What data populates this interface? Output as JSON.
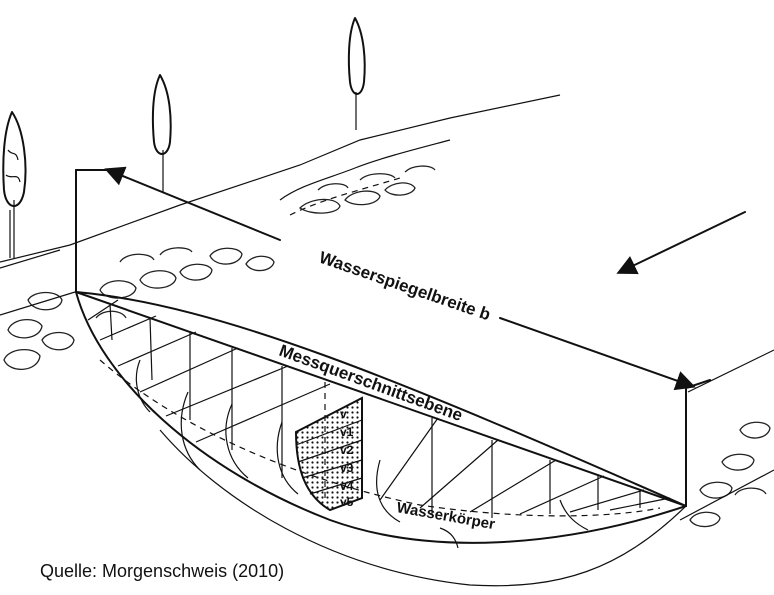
{
  "labels": {
    "surface_width": "Wasserspiegelbreite b",
    "measurement_plane": "Messquerschnittsebene",
    "water_body": "Wasserkörper"
  },
  "velocities": [
    "v",
    "v1",
    "v2",
    "v3",
    "v4",
    "v5"
  ],
  "caption": "Quelle: Morgenschweis (2010)"
}
